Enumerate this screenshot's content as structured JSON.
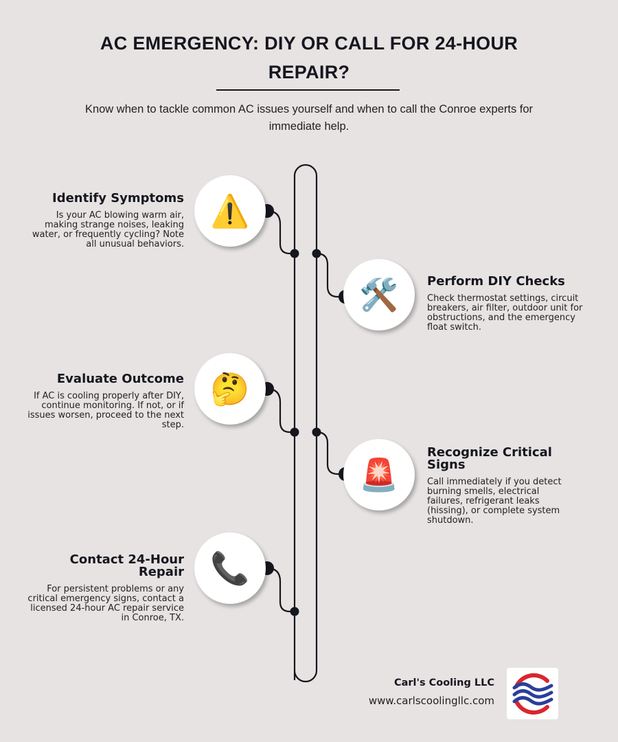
{
  "header": {
    "title": "AC EMERGENCY: DIY OR CALL FOR 24-HOUR REPAIR?",
    "subtitle": "Know when to tackle common AC issues yourself and when to call the Conroe experts for immediate help."
  },
  "steps": [
    {
      "title": "Identify Symptoms",
      "description": "Is your AC blowing warm air, making strange noises, leaking water, or frequently cycling? Note all unusual behaviors.",
      "icon": "warning-icon",
      "glyph": "⚠️",
      "side": "left"
    },
    {
      "title": "Perform DIY Checks",
      "description": "Check thermostat settings, circuit breakers, air filter, outdoor unit for obstructions, and the emergency float switch.",
      "icon": "hammer-wrench-icon",
      "glyph": "🛠️",
      "side": "right"
    },
    {
      "title": "Evaluate Outcome",
      "description": "If AC is cooling properly after DIY, continue monitoring. If not, or if issues worsen, proceed to the next step.",
      "icon": "thinking-face-icon",
      "glyph": "🤔",
      "side": "left"
    },
    {
      "title": "Recognize Critical Signs",
      "description": "Call immediately if you detect burning smells, electrical failures, refrigerant leaks (hissing), or complete system shutdown.",
      "icon": "siren-light-icon",
      "glyph": "🚨",
      "side": "right"
    },
    {
      "title": "Contact 24-Hour Repair",
      "description": "For persistent problems or any critical emergency signs, contact a licensed 24-hour AC repair service in Conroe, TX.",
      "icon": "telephone-icon",
      "glyph": "📞",
      "side": "left"
    }
  ],
  "footer": {
    "brand_name": "Carl's Cooling LLC",
    "website": "www.carlscoolingllc.com"
  },
  "colors": {
    "background": "#e6e3e2",
    "ink": "#16161f",
    "logo_red": "#d8262e",
    "logo_blue": "#2a3f9c"
  }
}
